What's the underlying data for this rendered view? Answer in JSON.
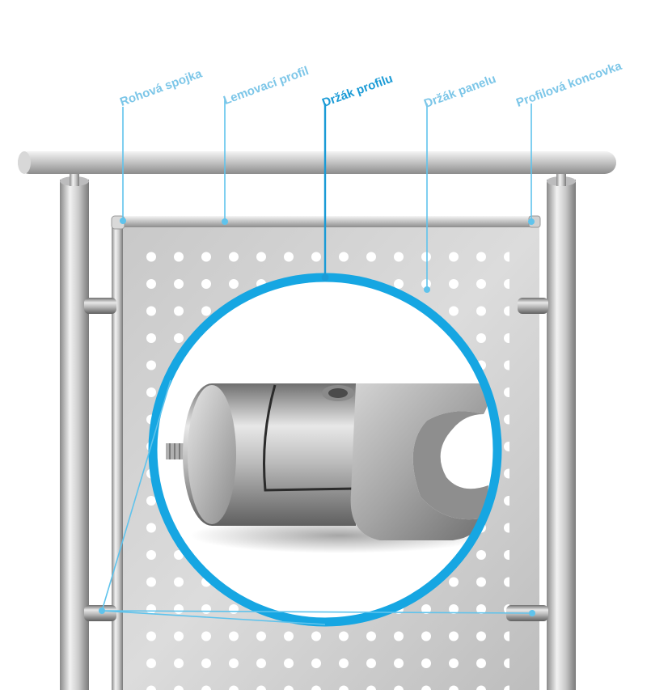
{
  "callouts": [
    {
      "key": "corner",
      "label": "Rohová spojka",
      "active": false
    },
    {
      "key": "edge",
      "label": "Lemovací profil",
      "active": false
    },
    {
      "key": "holder",
      "label": "Držák profilu",
      "active": true
    },
    {
      "key": "panel",
      "label": "Držák panelu",
      "active": false
    },
    {
      "key": "end",
      "label": "Profilová koncovka",
      "active": false
    }
  ],
  "colors": {
    "accent": "#16a6e2",
    "label_active": "#1b9bd6",
    "label_muted": "#7cc6e8",
    "steel_light": "#e6e6e6",
    "steel_dark": "#9a9a9a"
  },
  "icons": {
    "detail": "profile-holder-clamp"
  }
}
